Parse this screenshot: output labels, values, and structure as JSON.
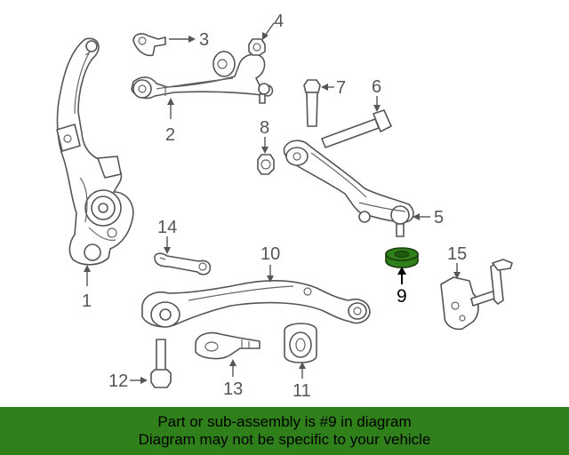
{
  "colors": {
    "highlight": "#2f7f1a",
    "banner_bg": "#2f7f1a",
    "line": "#555555"
  },
  "callouts": {
    "c1": "1",
    "c2": "2",
    "c3": "3",
    "c4": "4",
    "c5": "5",
    "c6": "6",
    "c7": "7",
    "c8": "8",
    "c9": "9",
    "c10": "10",
    "c11": "11",
    "c12": "12",
    "c13": "13",
    "c14": "14",
    "c15": "15"
  },
  "banner": {
    "line1": "Part or sub-assembly is #9 in diagram",
    "line2": "Diagram may not be specific to your vehicle"
  }
}
